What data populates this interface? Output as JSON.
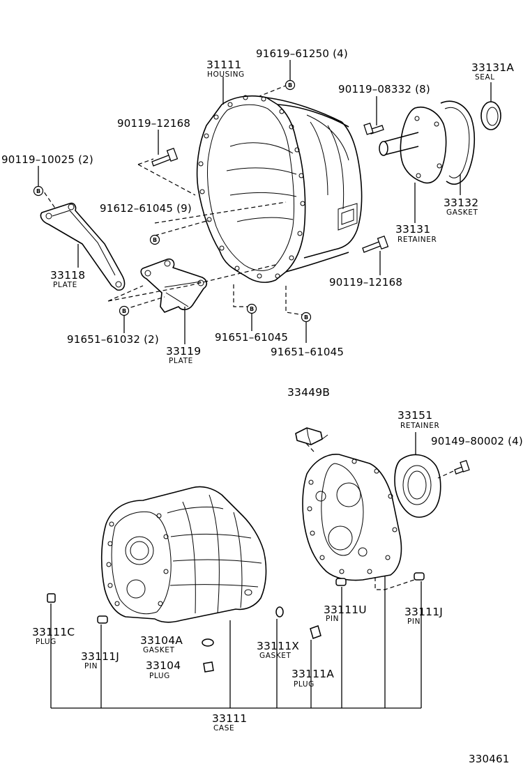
{
  "diagram_id": "330461",
  "mark_symbol": "B",
  "parts": {
    "p31111": {
      "number": "31111",
      "name": "HOUSING"
    },
    "p91619_61250": {
      "number": "91619–61250 (4)"
    },
    "p33131A": {
      "number": "33131A",
      "name": "SEAL"
    },
    "p90119_08332": {
      "number": "90119–08332 (8)"
    },
    "p90119_12168_top": {
      "number": "90119–12168"
    },
    "p90119_10025": {
      "number": "90119–10025 (2)"
    },
    "p91612_61045": {
      "number": "91612–61045 (9)"
    },
    "p33132": {
      "number": "33132",
      "name": "GASKET"
    },
    "p33131": {
      "number": "33131",
      "name": "RETAINER"
    },
    "p33118": {
      "number": "33118",
      "name": "PLATE"
    },
    "p90119_12168_mid": {
      "number": "90119–12168"
    },
    "p91651_61032": {
      "number": "91651–61032 (2)"
    },
    "p33119": {
      "number": "33119",
      "name": "PLATE"
    },
    "p91651_61045_a": {
      "number": "91651–61045"
    },
    "p91651_61045_b": {
      "number": "91651–61045"
    },
    "p33449B": {
      "number": "33449B"
    },
    "p33151": {
      "number": "33151",
      "name": "RETAINER"
    },
    "p90149_80002": {
      "number": "90149–80002 (4)"
    },
    "p33111C": {
      "number": "33111C",
      "name": "PLUG"
    },
    "p33111J_left": {
      "number": "33111J",
      "name": "PIN"
    },
    "p33104A": {
      "number": "33104A",
      "name": "GASKET"
    },
    "p33104": {
      "number": "33104",
      "name": "PLUG"
    },
    "p33111X": {
      "number": "33111X",
      "name": "GASKET"
    },
    "p33111U": {
      "number": "33111U",
      "name": "PIN"
    },
    "p33111J_right": {
      "number": "33111J",
      "name": "PIN"
    },
    "p33111A": {
      "number": "33111A",
      "name": "PLUG"
    },
    "p33111": {
      "number": "33111",
      "name": "CASE"
    }
  }
}
